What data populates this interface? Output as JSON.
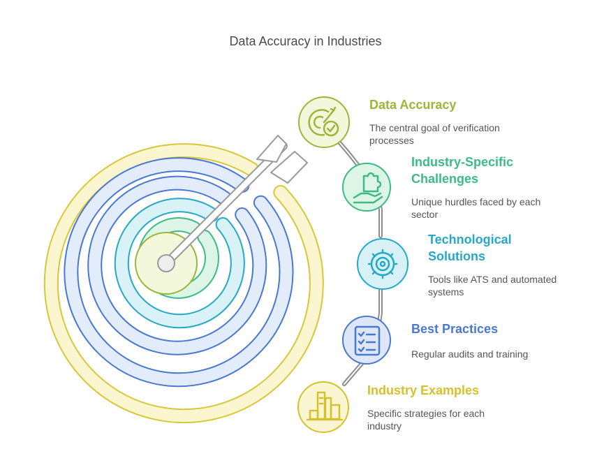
{
  "title": "Data Accuracy in Industries",
  "items": [
    {
      "title": "Data Accuracy",
      "description": "The central goal of verification processes",
      "color": "#9ab73a",
      "fill": "#f3f8dc",
      "icon": "target-check-icon"
    },
    {
      "title": "Industry-Specific Challenges",
      "description": "Unique hurdles faced by each sector",
      "color": "#3dba86",
      "fill": "#dcf5e6",
      "icon": "puzzle-hand-icon"
    },
    {
      "title": "Technological Solutions",
      "description": "Tools like ATS and automated systems",
      "color": "#25a9c6",
      "fill": "#d8f1f7",
      "icon": "gear-icon"
    },
    {
      "title": "Best Practices",
      "description": "Regular audits and training",
      "color": "#4a78cf",
      "fill": "#dde7f8",
      "icon": "checklist-icon"
    },
    {
      "title": "Industry Examples",
      "description": "Specific strategies for each industry",
      "color": "#d4c22c",
      "fill": "#faf6d2",
      "icon": "factory-icon"
    }
  ]
}
